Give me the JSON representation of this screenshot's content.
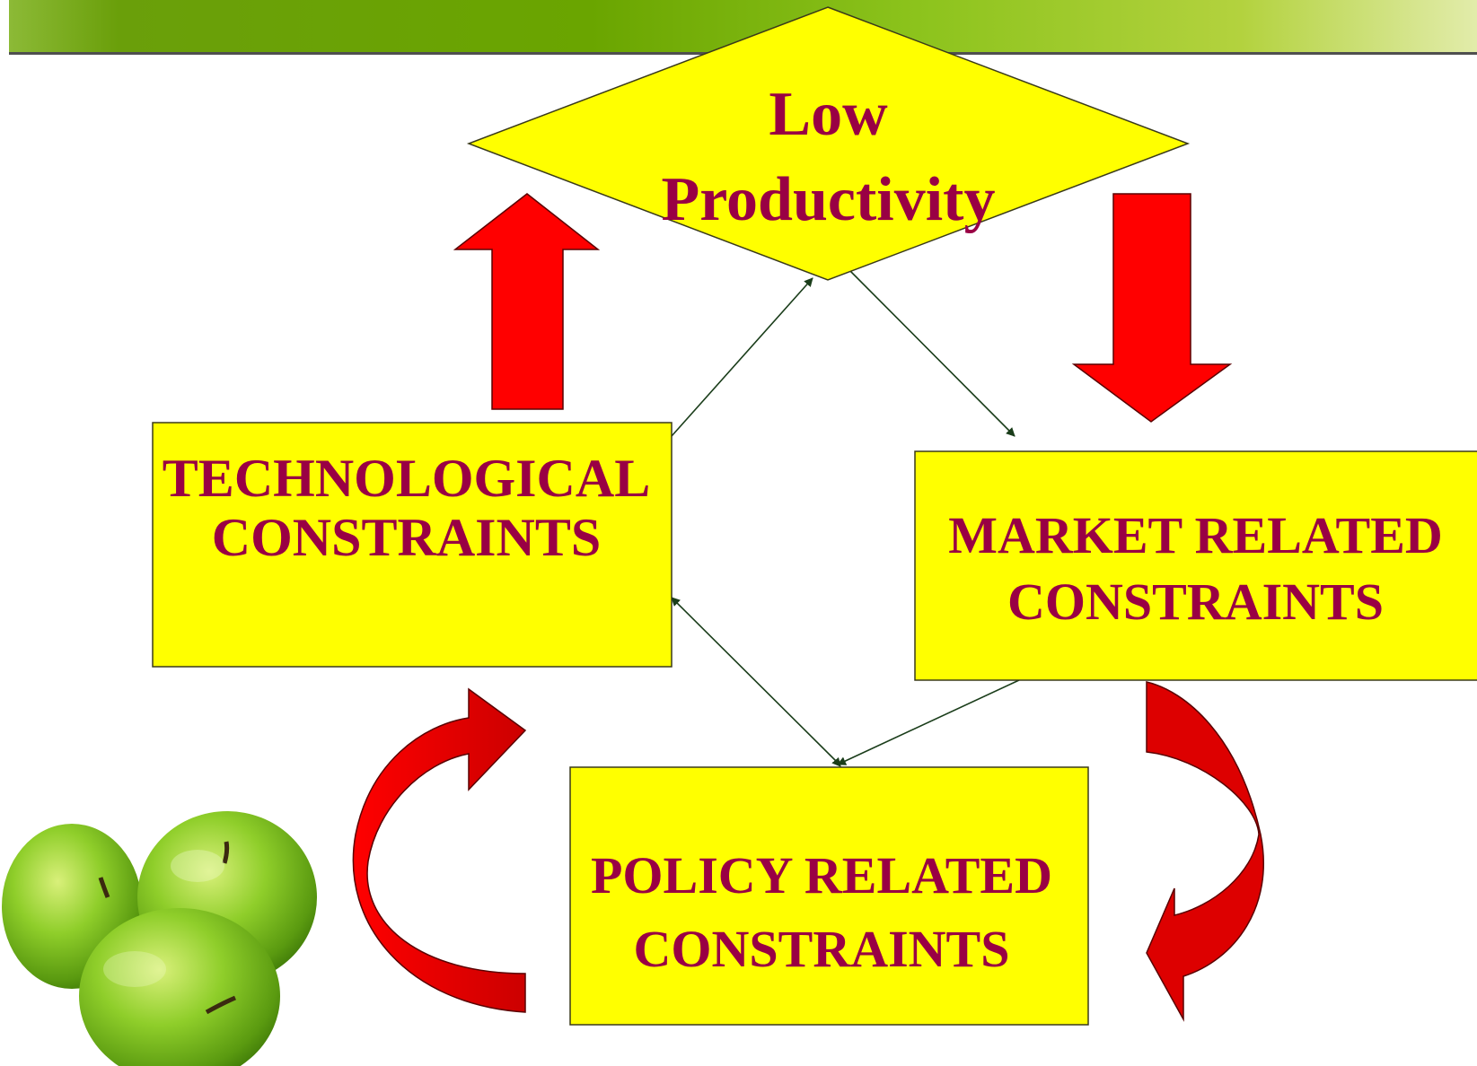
{
  "diagram": {
    "top_node": {
      "line1": "Low",
      "line2": "Productivity"
    },
    "nodes": {
      "technological": {
        "line1": "TECHNOLOGICAL",
        "line2": "CONSTRAINTS"
      },
      "market": {
        "line1": "MARKET RELATED",
        "line2": "CONSTRAINTS"
      },
      "policy": {
        "line1": "POLICY RELATED",
        "line2": "CONSTRAINTS"
      }
    },
    "colors": {
      "node_fill": "#ffff00",
      "text": "#990044",
      "block_arrow": "#ff0000",
      "curved_arrow_dark": "#cc0000",
      "connector": "#1a3d1a",
      "header_green": "#6aa500"
    },
    "image": "green-apples"
  }
}
